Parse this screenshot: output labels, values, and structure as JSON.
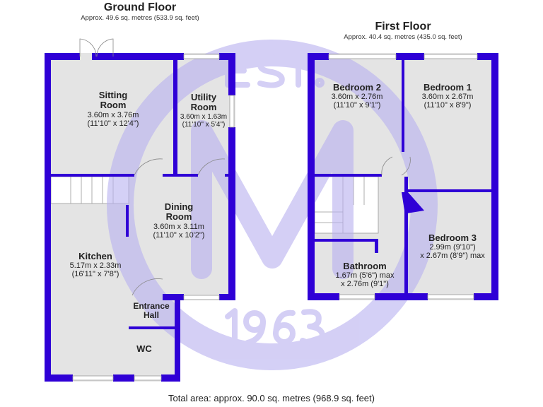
{
  "ground_floor": {
    "title": "Ground Floor",
    "area": "Approx. 49.6 sq. metres (533.9 sq. feet)",
    "rooms": [
      {
        "name": "Sitting\nRoom",
        "dim1": "3.60m x 3.76m",
        "dim2": "(11'10\" x 12'4\")"
      },
      {
        "name": "Utility\nRoom",
        "dim1": "3.60m x 1.63m",
        "dim2": "(11'10\" x 5'4\")"
      },
      {
        "name": "Dining\nRoom",
        "dim1": "3.60m x 3.11m",
        "dim2": "(11'10\" x 10'2\")"
      },
      {
        "name": "Kitchen",
        "dim1": "5.17m x 2.33m",
        "dim2": "(16'11\" x 7'8\")"
      },
      {
        "name": "Entrance\nHall"
      },
      {
        "name": "WC"
      }
    ]
  },
  "first_floor": {
    "title": "First Floor",
    "area": "Approx. 40.4 sq. metres (435.0 sq. feet)",
    "rooms": [
      {
        "name": "Bedroom 2",
        "dim1": "3.60m x 2.76m",
        "dim2": "(11'10\" x 9'1\")"
      },
      {
        "name": "Bedroom 1",
        "dim1": "3.60m x 2.67m",
        "dim2": "(11'10\" x 8'9\")"
      },
      {
        "name": "Bedroom 3",
        "dim1": "2.99m (9'10\")",
        "dim2": "x 2.67m (8'9\") max"
      },
      {
        "name": "Bathroom",
        "dim1": "1.67m (5'6\") max",
        "dim2": "x 2.76m (9'1\")"
      }
    ]
  },
  "watermark": {
    "top": "EST.",
    "letter": "M",
    "year": "1963"
  },
  "total_area": "Total area: approx. 90.0 sq. metres (968.9 sq. feet)",
  "colors": {
    "wall": "#2f00d6",
    "floor": "#e4e4e4",
    "watermark": "#c9c3f2"
  }
}
